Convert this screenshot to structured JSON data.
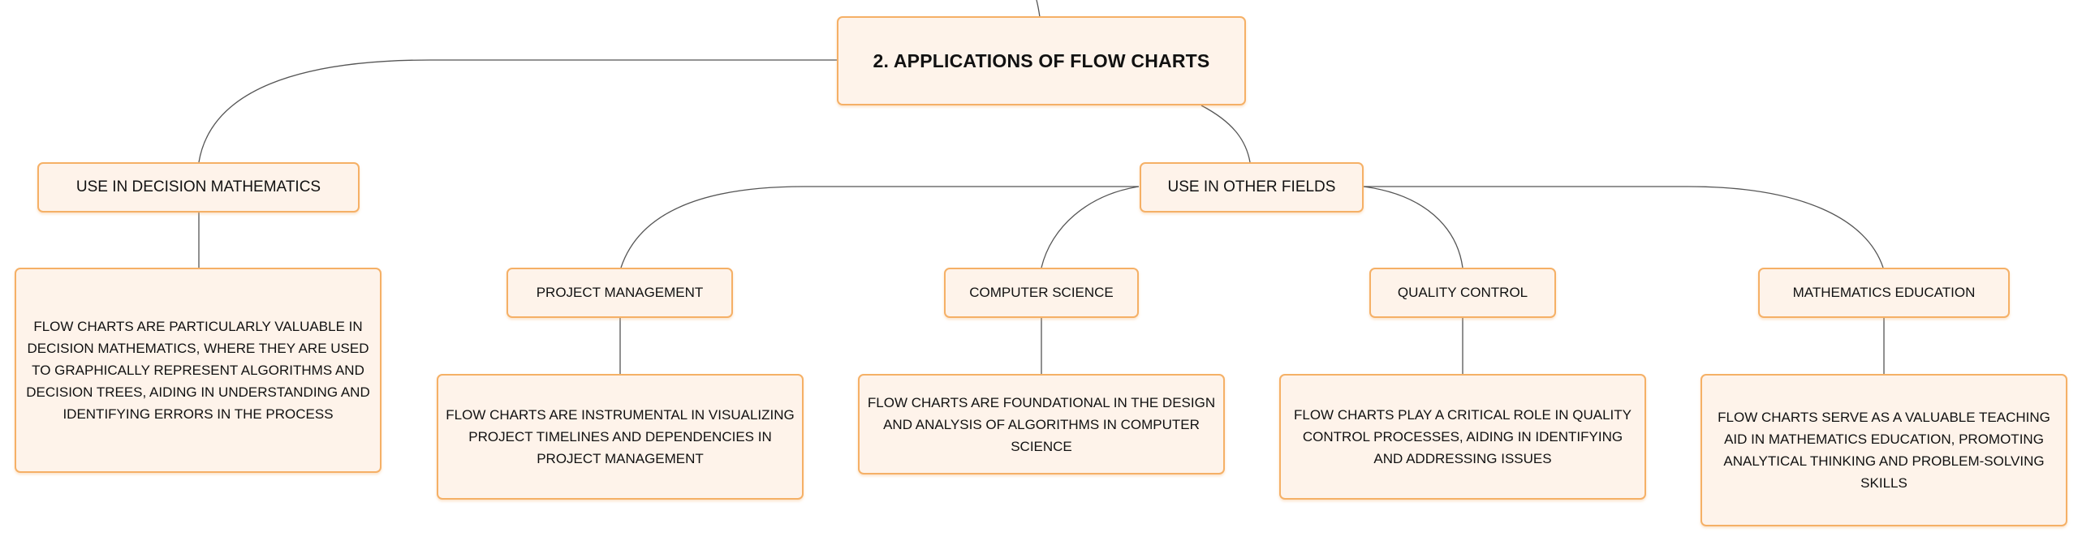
{
  "root": {
    "label": "2. APPLICATIONS OF FLOW CHARTS"
  },
  "decision_math": {
    "label": "USE IN DECISION MATHEMATICS",
    "description": "FLOW CHARTS ARE PARTICULARLY VALUABLE IN DECISION MATHEMATICS, WHERE THEY ARE USED TO GRAPHICALLY REPRESENT ALGORITHMS AND DECISION TREES, AIDING IN UNDERSTANDING AND IDENTIFYING ERRORS IN THE PROCESS"
  },
  "other_fields": {
    "label": "USE IN OTHER FIELDS",
    "items": [
      {
        "label": "PROJECT MANAGEMENT",
        "description": "FLOW CHARTS ARE INSTRUMENTAL IN VISUALIZING PROJECT TIMELINES AND DEPENDENCIES IN PROJECT MANAGEMENT"
      },
      {
        "label": "COMPUTER SCIENCE",
        "description": "FLOW CHARTS ARE FOUNDATIONAL IN THE DESIGN AND ANALYSIS OF ALGORITHMS IN COMPUTER SCIENCE"
      },
      {
        "label": "QUALITY CONTROL",
        "description": "FLOW CHARTS PLAY A CRITICAL ROLE IN QUALITY CONTROL PROCESSES, AIDING IN IDENTIFYING AND ADDRESSING ISSUES"
      },
      {
        "label": "MATHEMATICS EDUCATION",
        "description": "FLOW CHARTS SERVE AS A VALUABLE TEACHING AID IN MATHEMATICS EDUCATION, PROMOTING ANALYTICAL THINKING AND PROBLEM-SOLVING SKILLS"
      }
    ]
  },
  "colors": {
    "node_fill": "#fef3ea",
    "node_border": "#f5b066",
    "connector": "#555555",
    "text": "#111111"
  }
}
